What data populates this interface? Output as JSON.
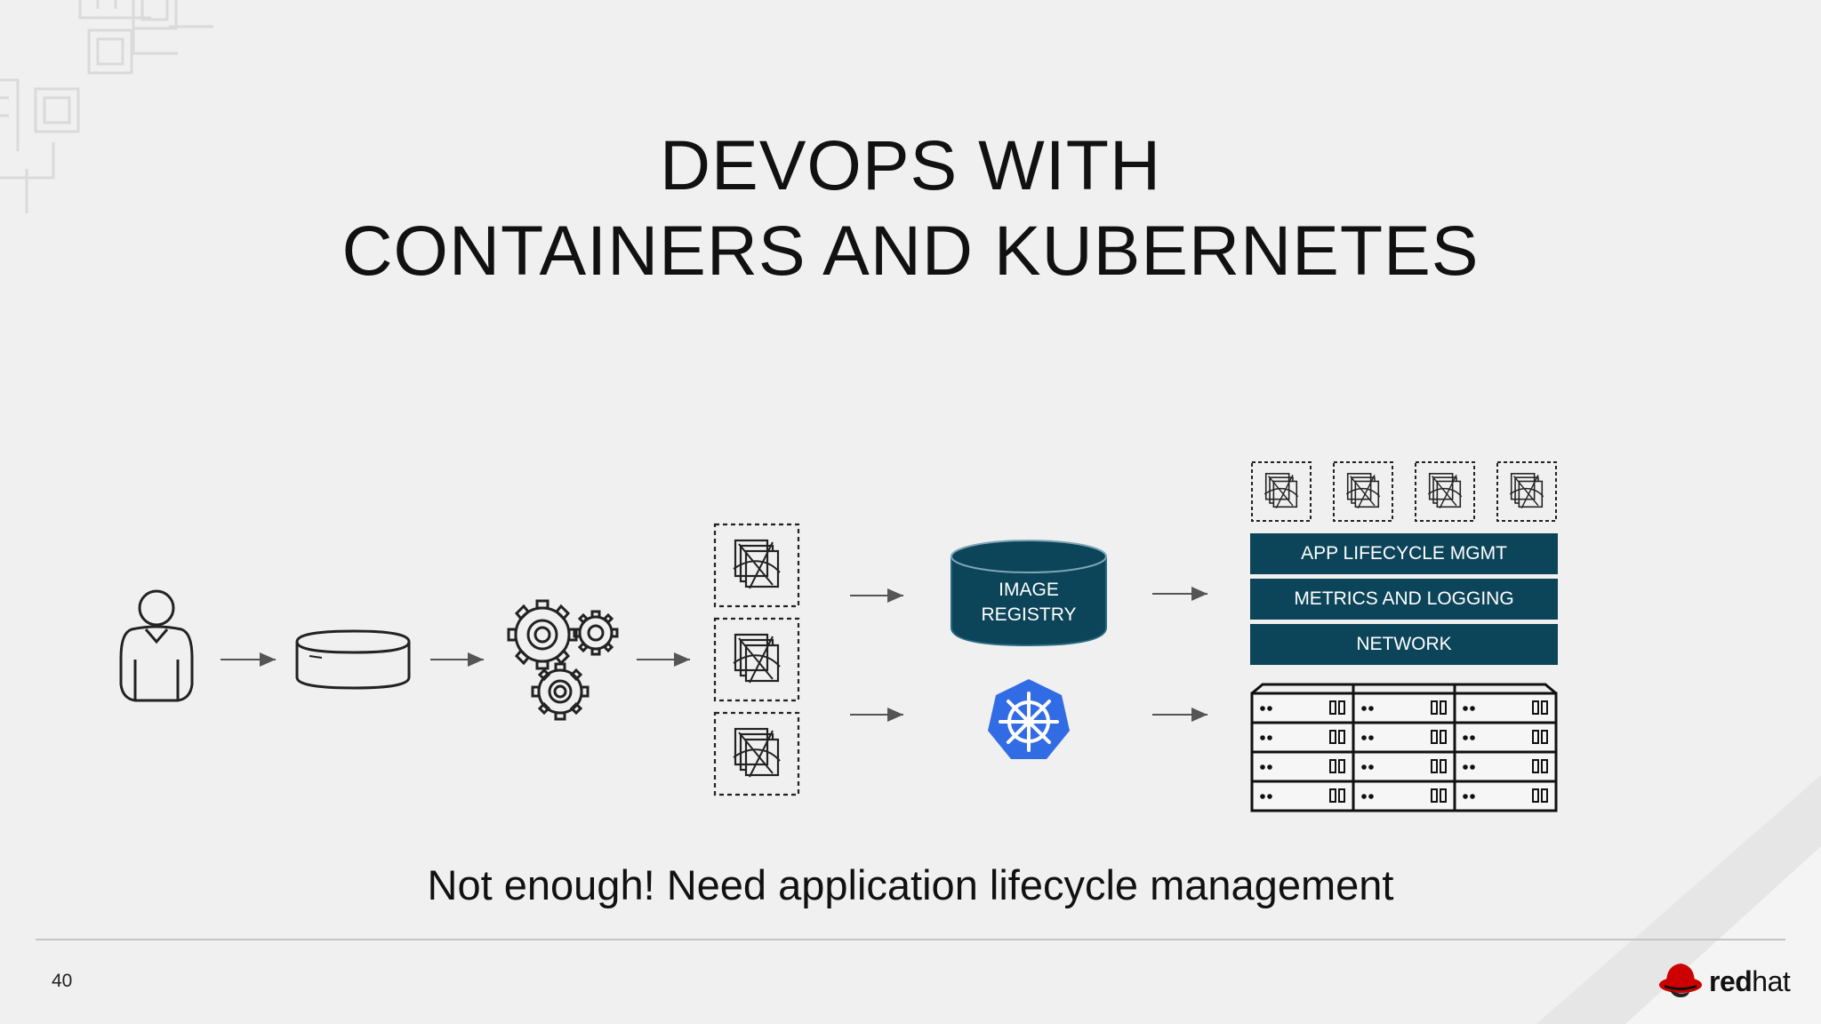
{
  "slide": {
    "title_line1": "DEVOPS WITH",
    "title_line2": "CONTAINERS AND KUBERNETES",
    "caption": "Not enough! Need application lifecycle management",
    "page_number": "40"
  },
  "diagram": {
    "registry_line1": "IMAGE",
    "registry_line2": "REGISTRY",
    "stack_layers": [
      "APP LIFECYCLE MGMT",
      "METRICS AND LOGGING",
      "NETWORK"
    ]
  },
  "brand": {
    "name_bold": "red",
    "name_light": "hat",
    "accent_color": "#cc0000",
    "dark_teal": "#0c4459",
    "kubernetes_blue": "#326ce5"
  }
}
